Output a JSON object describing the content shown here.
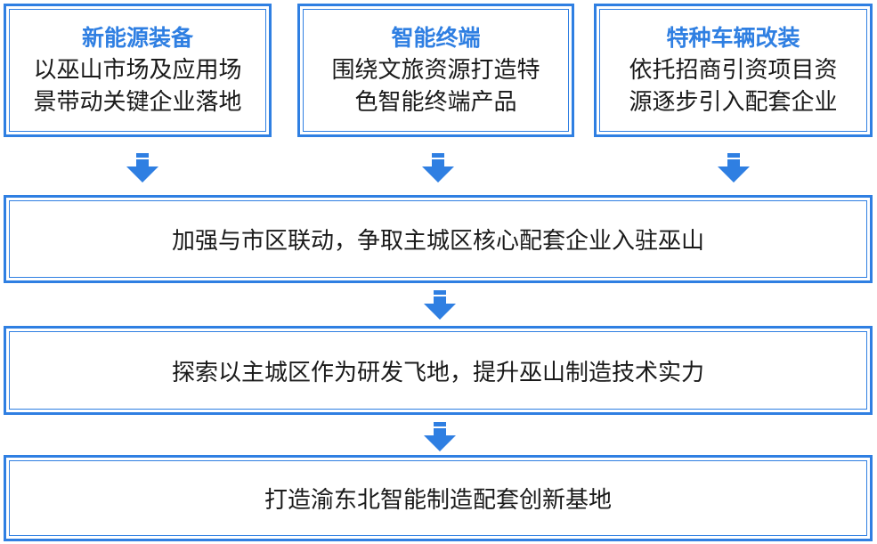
{
  "top_boxes": [
    {
      "title": "新能源装备",
      "lines": [
        "以巫山市场及应用场",
        "景带动关键企业落地"
      ]
    },
    {
      "title": "智能终端",
      "lines": [
        "围绕文旅资源打造特",
        "色智能终端产品"
      ]
    },
    {
      "title": "特种车辆改装",
      "lines": [
        "依托招商引资项目资",
        "源逐步引入配套企业"
      ]
    }
  ],
  "steps": [
    "加强与市区联动，争取主城区核心配套企业入驻巫山",
    "探索以主城区作为研发飞地，提升巫山制造技术实力",
    "打造渝东北智能制造配套创新基地"
  ],
  "colors": {
    "accent": "#2f7fe2",
    "text": "#1a1a1a",
    "arrow": "#2f7fe2"
  }
}
